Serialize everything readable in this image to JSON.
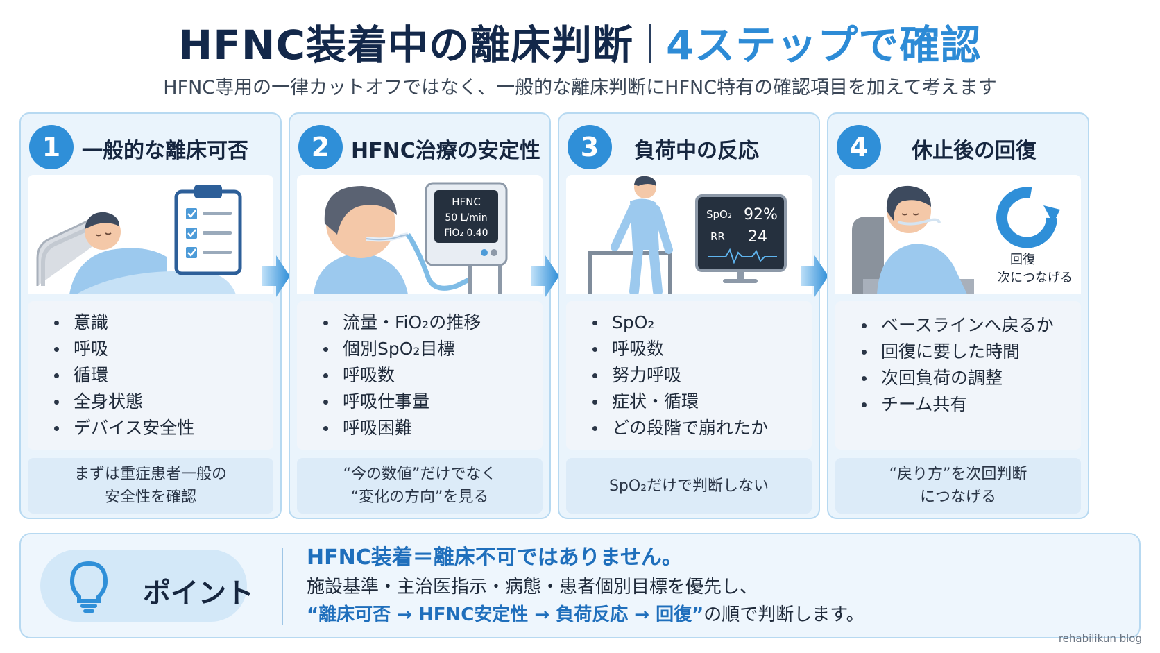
{
  "title": {
    "main": "HFNC装着中の離床判断",
    "accent": "4ステップで",
    "word": "確認"
  },
  "subtitle": "HFNC専用の一律カットオフではなく、一般的な離床判断にHFNC特有の確認項目を加えて考えます",
  "colors": {
    "accent": "#2f8fd8",
    "navy": "#13284a",
    "card_border": "#b7d9f1",
    "card_bg": "#eaf4fc"
  },
  "steps": [
    {
      "num": "1",
      "title": "一般的な離床可否",
      "icons": [
        "patient-in-bed-icon",
        "clipboard-checklist-icon"
      ],
      "items": [
        "意識",
        "呼吸",
        "循環",
        "全身状態",
        "デバイス安全性"
      ],
      "note": [
        "まずは重症患者一般の",
        "安全性を確認"
      ]
    },
    {
      "num": "2",
      "title": "HFNC治療の安定性",
      "icons": [
        "patient-with-cannula-icon",
        "hfnc-device-icon"
      ],
      "device": {
        "label": "HFNC",
        "flow": "50 L/min",
        "fio2": "FiO₂ 0.40"
      },
      "items": [
        "流量・FiO₂の推移",
        "個別SpO₂目標",
        "呼吸数",
        "呼吸仕事量",
        "呼吸困難"
      ],
      "note": [
        "“今の数値”だけでなく",
        "“変化の方向”を見る"
      ]
    },
    {
      "num": "3",
      "title": "負荷中の反応",
      "icons": [
        "patient-walking-icon",
        "vital-monitor-icon"
      ],
      "monitor": {
        "spo2_label": "SpO₂",
        "spo2_value": "92%",
        "rr_label": "RR",
        "rr_value": "24"
      },
      "items": [
        "SpO₂",
        "呼吸数",
        "努力呼吸",
        "症状・循環",
        "どの段階で崩れたか"
      ],
      "note": [
        "SpO₂だけで判断しない"
      ]
    },
    {
      "num": "4",
      "title": "休止後の回復",
      "icons": [
        "patient-resting-icon",
        "recovery-cycle-icon"
      ],
      "recovery_label": [
        "回復",
        "次につなげる"
      ],
      "items": [
        "ベースラインへ戻るか",
        "回復に要した時間",
        "次回負荷の調整",
        "チーム共有"
      ],
      "note": [
        "“戻り方”を次回判断",
        "につなげる"
      ]
    }
  ],
  "point": {
    "label": "ポイント",
    "icon": "lightbulb-icon",
    "heading": "HFNC装着＝離床不可ではありません。",
    "line1": "施設基準・主治医指示・病態・患者個別目標を優先し、",
    "flow_bold": "“離床可否 → HFNC安定性 → 負荷反応 → 回復”",
    "flow_tail": "の順で判断します。"
  },
  "credit": "rehabilikun blog"
}
